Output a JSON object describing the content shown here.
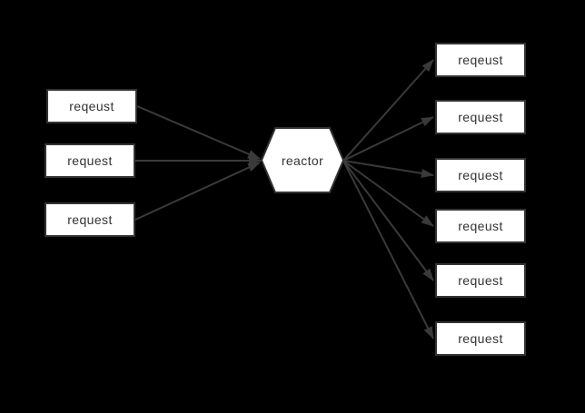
{
  "diagram": {
    "type": "request-fanout-flow",
    "background_color": "#000000",
    "center_node": {
      "label": "reactor",
      "shape": "hexagon"
    },
    "left_nodes": [
      {
        "label": "reqeust"
      },
      {
        "label": "request"
      },
      {
        "label": "request"
      }
    ],
    "right_nodes": [
      {
        "label": "reqeust"
      },
      {
        "label": "request"
      },
      {
        "label": "request"
      },
      {
        "label": "reqeust"
      },
      {
        "label": "request"
      },
      {
        "label": "request"
      }
    ],
    "edges": {
      "incoming_count": 3,
      "incoming_description": "each left box points into the reactor hexagon left vertex",
      "outgoing_count": 6,
      "outgoing_description": "reactor hexagon right vertex fans out to each right box"
    },
    "colors": {
      "node_fill": "#ffffff",
      "node_border": "#333333",
      "node_text": "#333333",
      "arrow": "#3a3a3a"
    }
  }
}
